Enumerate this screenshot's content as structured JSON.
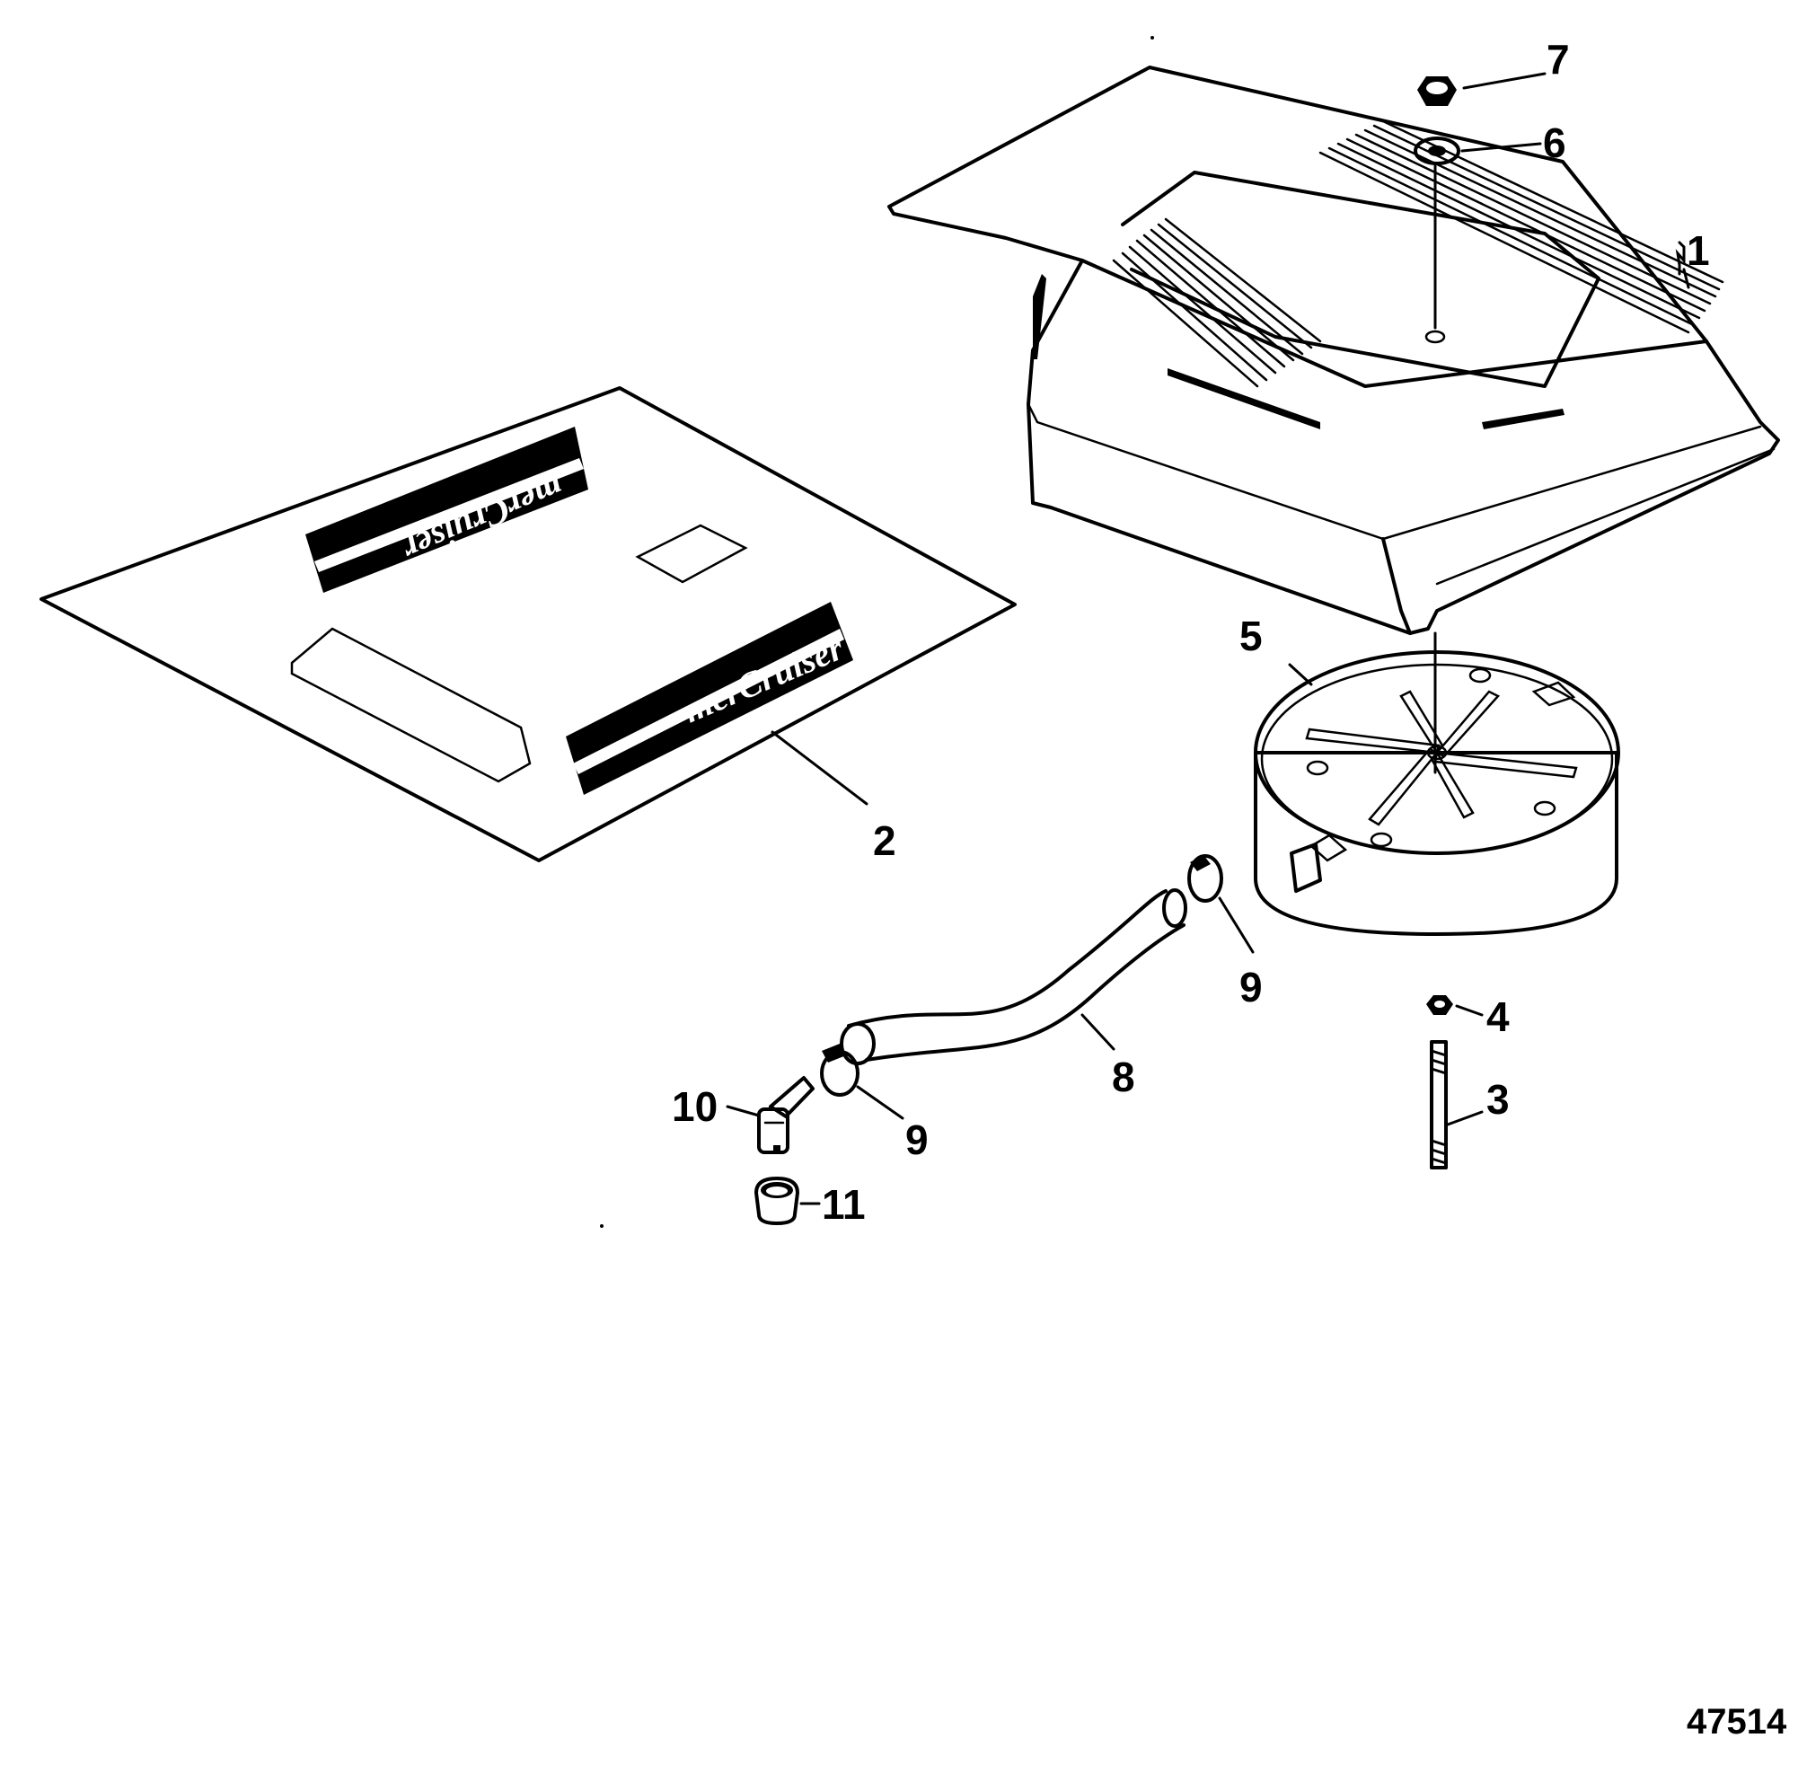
{
  "figure_number": "47514",
  "decal_text": "merCruiser",
  "callouts": {
    "c1": "1",
    "c2": "2",
    "c3": "3",
    "c4": "4",
    "c5": "5",
    "c6": "6",
    "c7": "7",
    "c8": "8",
    "c9a": "9",
    "c9b": "9",
    "c10": "10",
    "c11": "11"
  }
}
